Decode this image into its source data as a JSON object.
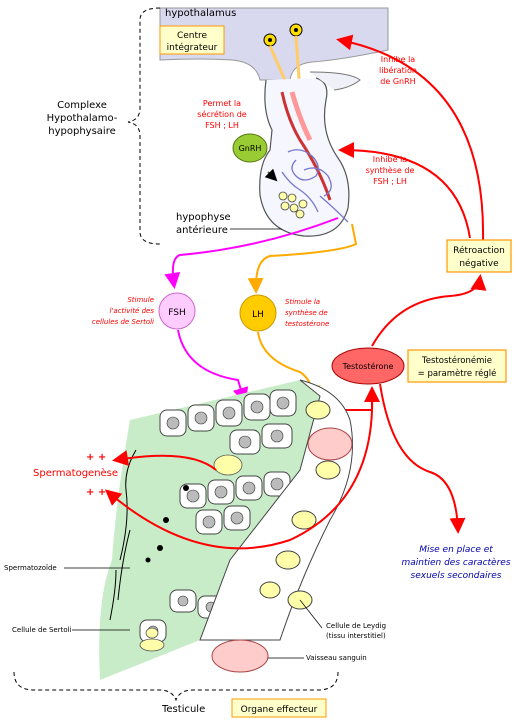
{
  "labels": {
    "hypothalamus": "hypothalamus",
    "centre_line1": "Centre",
    "centre_line2": "intégrateur",
    "complexe_line1": "Complexe",
    "complexe_line2": "Hypothalamo-",
    "complexe_line3": "hypophysaire",
    "permet_line1": "Permet la",
    "permet_line2": "sécrétion de",
    "permet_line3": "FSH ; LH",
    "gnrh": "GnRH",
    "inhibe_lib_line1": "Inhibe la",
    "inhibe_lib_line2": "libération",
    "inhibe_lib_line3": "de GnRH",
    "inhibe_syn_line1": "Inhibe la",
    "inhibe_syn_line2": "synthèse de",
    "inhibe_syn_line3": "FSH ; LH",
    "hypophyse_line1": "hypophyse",
    "hypophyse_line2": "antérieure",
    "retro_line1": "Rétroaction",
    "retro_line2": "négative",
    "fsh": "FSH",
    "lh": "LH",
    "stimule_sertoli_line1": "Stimule",
    "stimule_sertoli_line2": "l'activité des",
    "stimule_sertoli_line3": "cellules de Sertoli",
    "stimule_testo_line1": "Stimule la",
    "stimule_testo_line2": "synthèse de",
    "stimule_testo_line3": "testostérone",
    "testosterone": "Testostérone",
    "testoanemie_line1": "Testostéronémie",
    "testoanemie_line2": "= paramètre réglé",
    "plus1": "+ +",
    "spermatogenese": "Spermatogenèse",
    "plus2": "+ +",
    "mise_line1": "Mise en place et",
    "mise_line2": "maintien des caractères",
    "mise_line3": "sexuels secondaires",
    "spermatozoide": "Spermatozoïde",
    "sertoli": "Cellule de Sertoli",
    "leydig_line1": "Cellule de Leydig",
    "leydig_line2": "(tissu interstitiel)",
    "vaisseau": "Vaisseau sanguin",
    "testicule": "Testicule",
    "organe": "Organe effecteur"
  },
  "colors": {
    "feedback_red": "#ff0000",
    "fsh_magenta": "#ff00ff",
    "lh_orange": "#ffaa00",
    "box_border_orange": "#ff9900",
    "box_fill_yellow": "#ffffcc",
    "gnrh_green": "#99cc33",
    "testosterone_fill": "#ff6666",
    "tubule_green": "#c8ecc8",
    "leydig_yellow": "#ffffaa",
    "brain_lavender": "#d8d8ee"
  }
}
